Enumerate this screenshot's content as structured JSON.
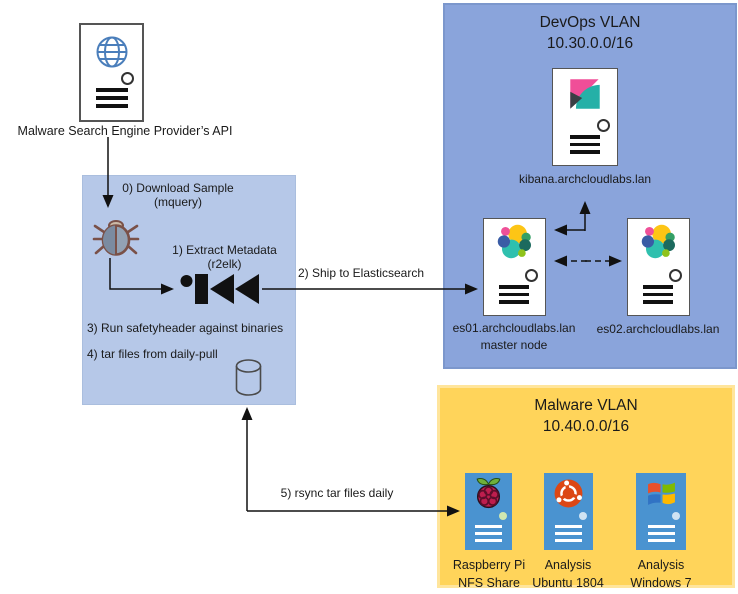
{
  "api": {
    "label": "Malware Search Engine Provider’s API"
  },
  "flow": {
    "step0": "0) Download Sample",
    "step0_sub": "(mquery)",
    "step1": "1) Extract Metadata",
    "step1_sub": "(r2elk)",
    "step3": "3) Run safetyheader against binaries",
    "step4": "4) tar files from daily-pull"
  },
  "arrows": {
    "ship": "2) Ship to Elasticsearch",
    "rsync": "5) rsync tar files daily"
  },
  "devops": {
    "title": "DevOps VLAN",
    "subnet": "10.30.0.0/16",
    "kibana_label": "kibana.archcloudlabs.lan",
    "es01_label": "es01.archcloudlabs.lan",
    "es01_role": "master node",
    "es02_label": "es02.archcloudlabs.lan"
  },
  "malware": {
    "title": "Malware VLAN",
    "subnet": "10.40.0.0/16",
    "hosts": [
      {
        "line1": "Raspberry Pi",
        "line2": "NFS Share"
      },
      {
        "line1": "Analysis",
        "line2": "Ubuntu 1804"
      },
      {
        "line1": "Analysis",
        "line2": "Windows 7"
      }
    ]
  },
  "colors": {
    "flow_box": "#B6C8E8",
    "devops_panel": "#8AA4DB",
    "malware_panel": "#FFD45A",
    "host_card": "#4A93D0",
    "kibana_pink": "#F04E98",
    "kibana_teal": "#25B0A7",
    "es_yellow": "#FDC515",
    "es_teal": "#2FC0AE",
    "ubuntu_orange": "#DC4715",
    "raspberry_red": "#BE1E4E",
    "arrow": "#111111"
  }
}
